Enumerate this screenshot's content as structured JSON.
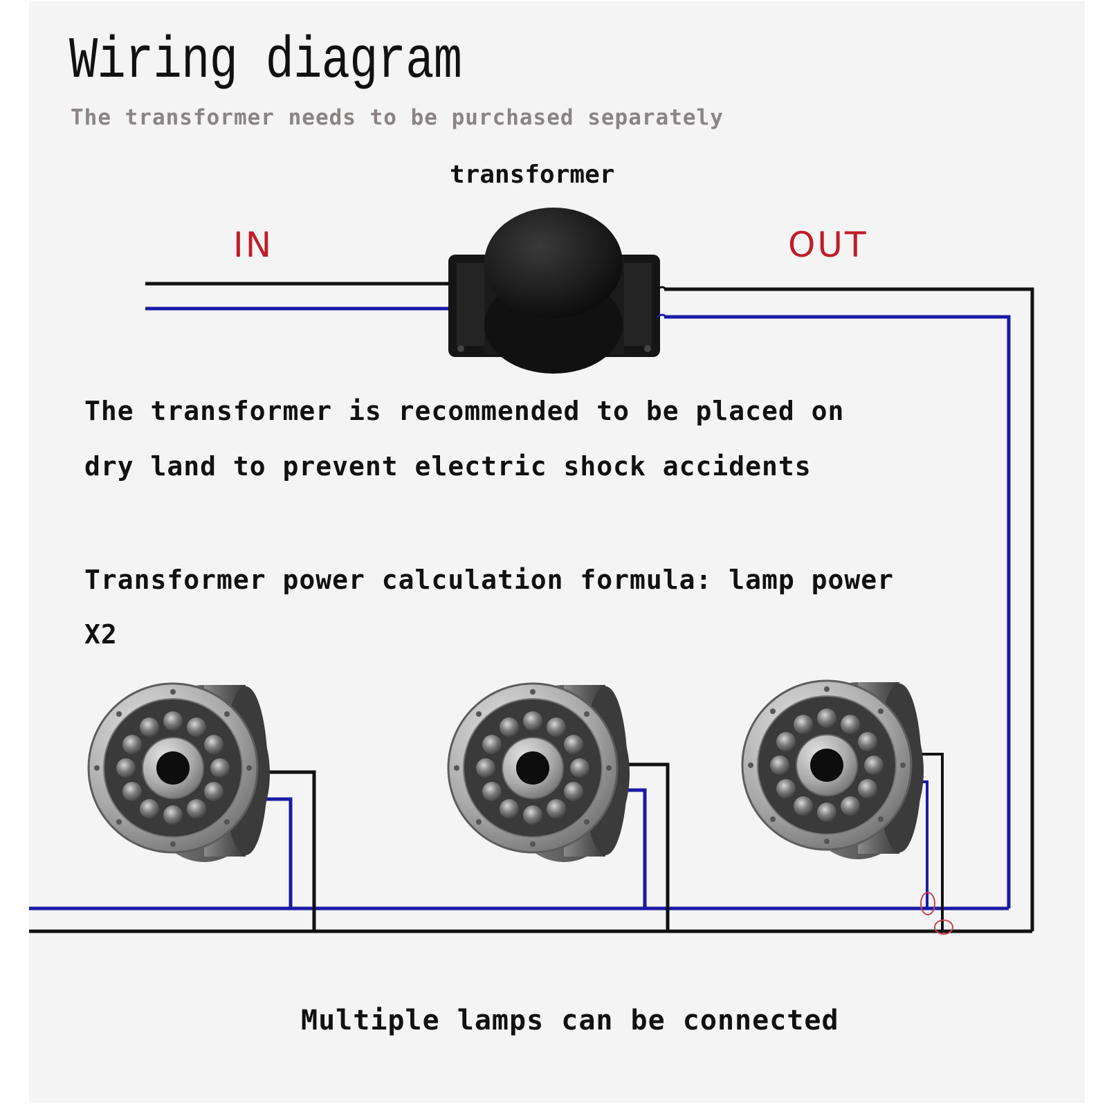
{
  "header": {
    "title": "Wiring diagram",
    "subtitle": "The transformer needs to be purchased separately"
  },
  "transformer": {
    "label": "transformer",
    "input_label": "IN",
    "output_label": "OUT"
  },
  "notes": {
    "placement_line1": "The transformer is recommended to be placed on",
    "placement_line2": "dry land to prevent electric shock accidents",
    "formula_line1": "Transformer power calculation formula: lamp power",
    "formula_line2": "X2"
  },
  "lamps": {
    "count": 3,
    "caption": "Multiple lamps can be connected"
  },
  "colors": {
    "wire_black": "#111111",
    "wire_blue": "#1a1aa6",
    "label_red": "#c01c28",
    "subtitle_gray": "#8a8484",
    "background": "#f4f4f5"
  }
}
